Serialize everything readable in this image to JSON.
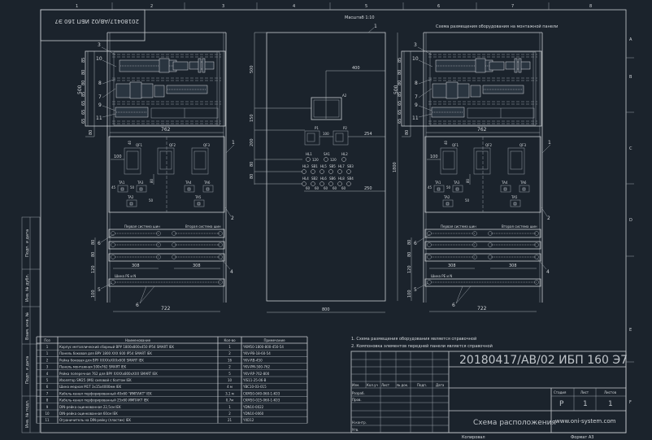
{
  "header": {
    "columns": [
      "1",
      "2",
      "3",
      "4",
      "5",
      "6",
      "7",
      "8"
    ],
    "rows": [
      "A",
      "B",
      "C",
      "D",
      "E",
      "F"
    ],
    "stamp_rotated": "20180417/AB/02 ИБП 160 Э7",
    "scale": "Масштаб 1:10",
    "panel_scheme_title": "Схема размещения оборудования на монтажной панели"
  },
  "side_stamp": [
    "Подп. и дата",
    "Инв. № дубл.",
    "Взам. инв. №",
    "Подп. и дата",
    "Инв. № подл."
  ],
  "cabinet": {
    "panel_dims": [
      "85",
      "80",
      "80",
      "85",
      "65",
      "65",
      "65"
    ],
    "panel_height": "500",
    "panel_width": "762",
    "bottom_gap": "80",
    "door_dims": [
      "40",
      "100",
      "80",
      "45",
      "50",
      "50"
    ],
    "breakers": [
      "QF1",
      "QF2",
      "QF3"
    ],
    "current_transformers": [
      "TA1",
      "TA3",
      "TA4",
      "TA6",
      "TA2",
      "TA5"
    ],
    "bus_labels": [
      "Первая система шин",
      "Вторая система шин",
      "Шина PE и N"
    ],
    "bus_dims": [
      "80",
      "80",
      "120",
      "100"
    ],
    "bus_span": [
      "308",
      "308"
    ],
    "bottom_width": "722",
    "callouts": [
      "3",
      "10",
      "8",
      "7",
      "9",
      "11",
      "1",
      "2",
      "6",
      "4",
      "5",
      "6"
    ]
  },
  "front_view": {
    "callout": "1",
    "dims_left": [
      "500",
      "150",
      "200",
      "80",
      "80"
    ],
    "dim_400": "400",
    "dim_100": "100",
    "dim_254": "254",
    "dim_250": "250",
    "dim_120": [
      "120",
      "120"
    ],
    "dim_60": [
      "60",
      "60",
      "60",
      "60",
      "60"
    ],
    "height": "1800",
    "width": "800",
    "hmi": "A2",
    "meters": [
      "P1",
      "P2"
    ],
    "top_buttons": [
      "HL1",
      "SA1",
      "HL2"
    ],
    "row1": [
      "HL3",
      "SB1",
      "HL5",
      "SB5",
      "HL7",
      "SB3"
    ],
    "row2": [
      "HL4",
      "SB2",
      "HL6",
      "SB6",
      "HL8",
      "SB4"
    ]
  },
  "spec_table": {
    "headers": [
      "Поз",
      "Наименование",
      "Кол-во",
      "Примечание"
    ],
    "rows": [
      [
        "1",
        "Корпус металлический сборный ВРУ 1800х800х450 IP54 SMART IEK",
        "1",
        "YKM50-1800-800-450-54"
      ],
      [
        "1",
        "Панель боковая для ВРУ 1800 XXX 600 IP54 SMART IEK",
        "2",
        "YKV-PB-18-60-54"
      ],
      [
        "2",
        "Рейка боковая для ВРУ XXXXxXXXx600 SMART IEK",
        "16",
        "YKV-RB-450"
      ],
      [
        "3",
        "Панель монтажная 500х762 SMART IEK",
        "2",
        "YKV-PM-500-762"
      ],
      [
        "4",
        "Рейка поперечная 762 для ВРУ XXXXx800xXXX SMART IEK",
        "5",
        "YKV-RP-762-800"
      ],
      [
        "5",
        "Изолятор SM25 (M6) силовой с болтом IEK",
        "10",
        "YIS11-25-06-B"
      ],
      [
        "6",
        "Шина медная М1Т 3х15х4000мм IEK",
        "4 м",
        "YBC10-03-015"
      ],
      [
        "7",
        "Кабель-канал перфорированный 40х60 \"ИМПАКТ\" IEK",
        "3,1 м",
        "CKM50-040-060-1-K03"
      ],
      [
        "8",
        "Кабель-канал перфорированный 25х60 ИМПАКТ IEK",
        "0,7м",
        "CKM50-025-060-1-K03"
      ],
      [
        "9",
        "DIN-рейка оцинкованная 22,5см IEK",
        "1",
        "YDN10-0022"
      ],
      [
        "10",
        "DIN-рейка оцинкованная 60см IEK",
        "2",
        "YDN10-0060"
      ],
      [
        "11",
        "Ограничитель на DIN-рейку (пластик) IEK",
        "21",
        "YXD12"
      ]
    ]
  },
  "notes": [
    "1. Схема размещения оборудования является справочной",
    "2. Компоновка элементов передней панели является справочной"
  ],
  "title_block": {
    "doc_code": "20180417/AB/02 ИБП 160 Э7",
    "rev_headers": [
      "Изм.",
      "Кол.уч",
      "Лист",
      "№ док.",
      "Подп.",
      "Дата"
    ],
    "roles": [
      "Разраб.",
      "Пров.",
      "Н.контр.",
      "Утв."
    ],
    "stage_label": "Стадия",
    "sheet_label": "Лист",
    "sheets_label": "Листов",
    "stage": "Р",
    "sheet": "1",
    "sheets": "1",
    "drawing_name": "Схема расположения",
    "website": "www.oni-system.com",
    "copied": "Копировал",
    "format": "Формат А3"
  }
}
